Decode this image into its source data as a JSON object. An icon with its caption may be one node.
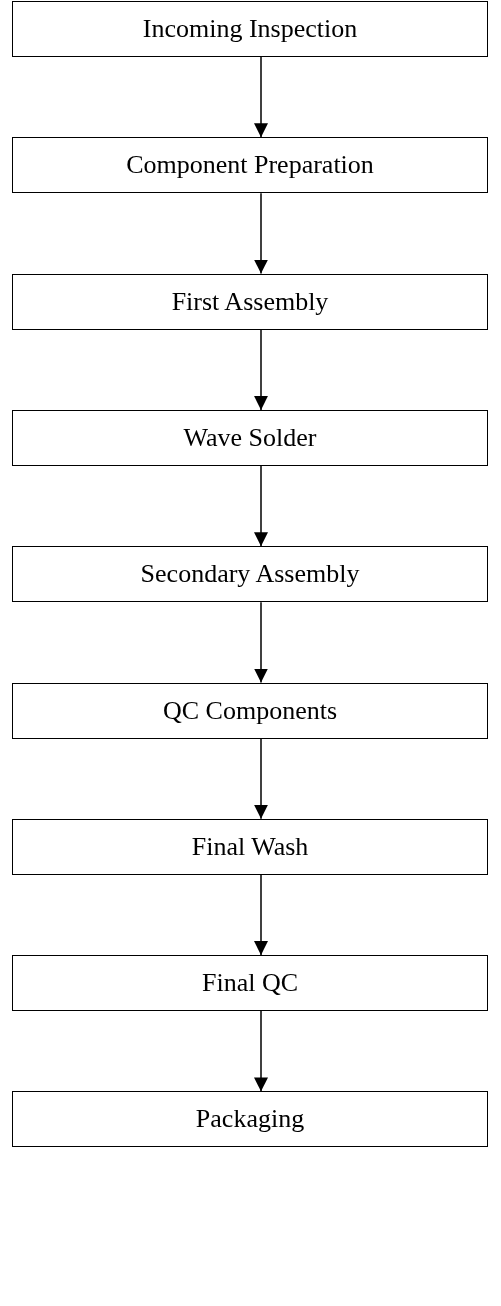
{
  "diagram": {
    "nodes": [
      {
        "text": [
          "Incoming Inspection"
        ]
      },
      {
        "text": [
          "Component Preparation"
        ]
      },
      {
        "text": [
          "First Assembly"
        ]
      },
      {
        "text": [
          "Wave Solder"
        ]
      },
      {
        "text": [
          "Secondary Assembly"
        ]
      },
      {
        "text": [
          "QC Components"
        ]
      },
      {
        "text": [
          "Final Wash"
        ]
      },
      {
        "text": [
          "Final QC"
        ]
      },
      {
        "text": [
          "Packaging"
        ]
      }
    ],
    "edges": [
      {
        "from": 0,
        "to": 1,
        "arrow": "to"
      },
      {
        "from": 1,
        "to": 2,
        "arrow": "to"
      },
      {
        "from": 2,
        "to": 3,
        "arrow": "to"
      },
      {
        "from": 3,
        "to": 4,
        "arrow": "to"
      },
      {
        "from": 4,
        "to": 5,
        "arrow": "to"
      },
      {
        "from": 5,
        "to": 6,
        "arrow": "to"
      },
      {
        "from": 6,
        "to": 7,
        "arrow": "to"
      },
      {
        "from": 7,
        "to": 8,
        "arrow": "to"
      }
    ]
  }
}
